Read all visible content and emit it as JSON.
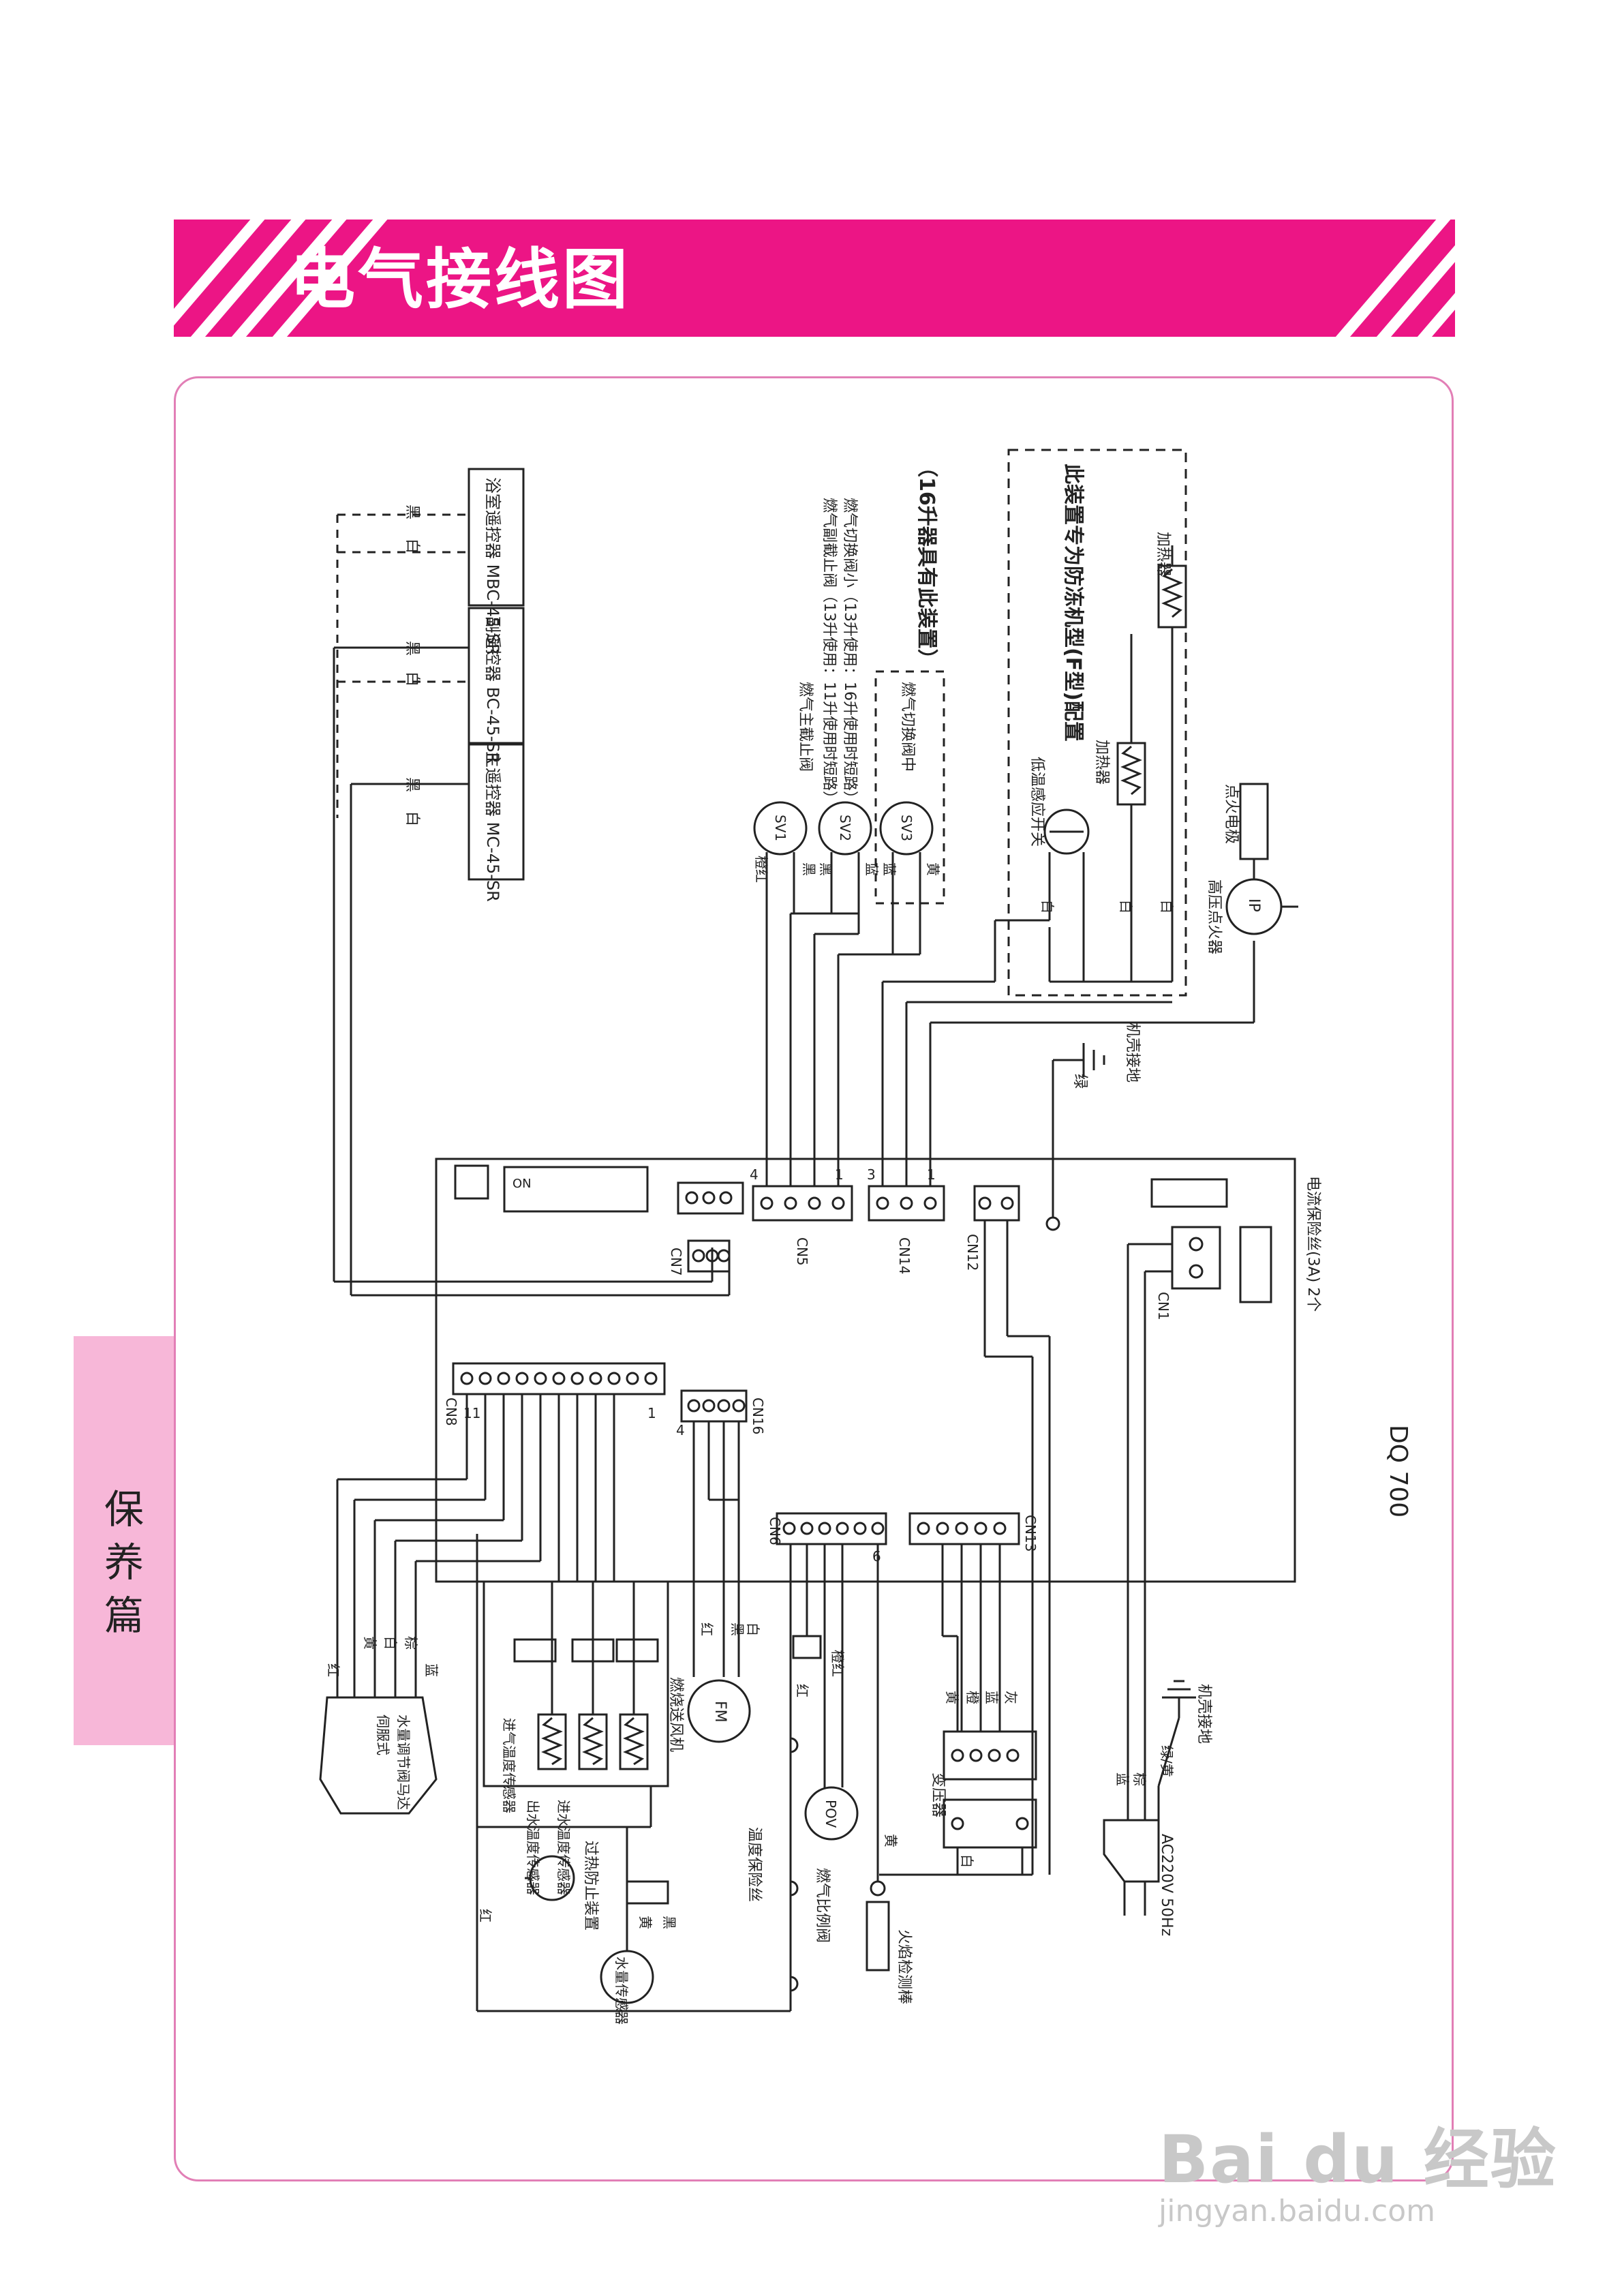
{
  "colors": {
    "header": "#ec1585",
    "side_tab": "#f7b7d8",
    "panel_border": "#e27fb6",
    "wire": "#222222"
  },
  "header": {
    "title": "电气接线图"
  },
  "side_tab": {
    "chars": [
      "保",
      "养",
      "篇"
    ]
  },
  "remotes": {
    "bath": "浴室遥控器 MBC-45-SR",
    "sub": "副遥控器 BC-45-SR",
    "main": "主遥控器 MC-45-SR"
  },
  "wire_colors": {
    "black": "黑",
    "white": "白",
    "red": "红",
    "yellow": "黄",
    "blue": "蓝",
    "brown": "棕",
    "orange": "橙",
    "gray": "灰",
    "green": "绿",
    "orange_red": "橙红",
    "green_yellow": "绿/黄"
  },
  "valves": {
    "sv1": "SV1",
    "sv2": "SV2",
    "sv3": "SV3",
    "main_valve": "燃气主截止阀",
    "sv2_note1": "燃气副截止阀（13升使用：11升使用时短路）",
    "sv2_note2": "燃气切换阀小（13升使用：16升使用时短路）",
    "sv3_note": "燃气切换阀中",
    "note_16": "（16升器具有此装置）"
  },
  "antifreeze": {
    "title": "此装置专为防冻机型(F型)配置",
    "switch": "低温感应开关",
    "heater1": "加热器",
    "heater2": "加热器"
  },
  "ignition": {
    "transformer": "高压点火器",
    "ip": "IP",
    "electrode": "点火电极"
  },
  "ground": {
    "label": "机壳接地"
  },
  "board": {
    "model": "DQ 700",
    "cn8": "CN8",
    "cn16": "CN16",
    "cn6": "CN6",
    "cn13": "CN13",
    "cn7": "CN7",
    "cn5": "CN5",
    "cn14": "CN14",
    "cn12": "CN12",
    "cn1": "CN1",
    "dip": "ON",
    "fuse": "电流保险丝(3A) 2个"
  },
  "sensors": {
    "water_servo": "水量调节阀马达",
    "water_servo2": "伺服式",
    "s1": "进气温度传感器",
    "s2": "出水温度传感器",
    "s3": "进水温度传感器",
    "fan": "燃烧送风机",
    "fm": "FM",
    "overheat": "过热防止装置",
    "flow": "水量传感器",
    "fuse_temp": "温度保险丝",
    "pov": "POV",
    "pov_label": "燃气比例阀",
    "flame": "火焰检测棒",
    "transformer": "变压器",
    "power": "AC220V 50Hz",
    "shell_ground": "机壳接地"
  },
  "pins": {
    "p1": "1",
    "p3": "3",
    "p4": "4",
    "p6": "6",
    "p11": "11"
  }
}
